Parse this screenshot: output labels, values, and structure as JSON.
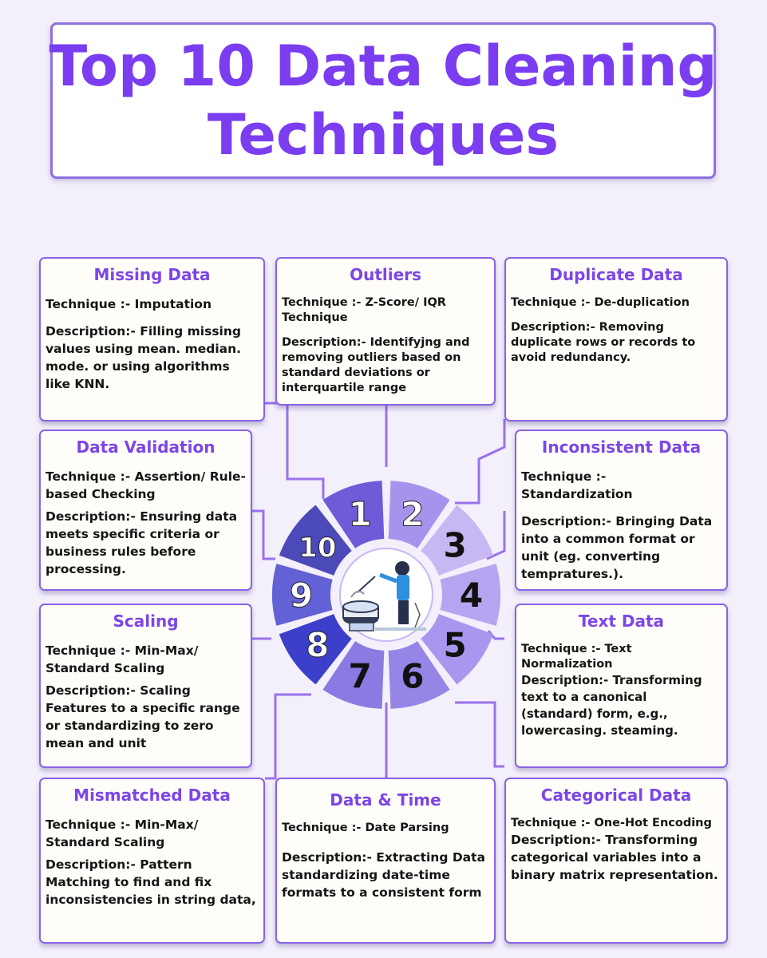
{
  "title": {
    "line1": "Top 10 Data Cleaning",
    "line2": "Techniques"
  },
  "colors": {
    "accent": "#7c46e6",
    "border": "#8b62e6",
    "background": "#f3effb"
  },
  "cards": {
    "missing": {
      "title": "Missing Data",
      "technique": "Technique :- Imputation",
      "description": "Description:- Filling missing values using mean. median. mode. or using algorithms like KNN."
    },
    "outliers": {
      "title": "Outliers",
      "technique": "Technique :- Z-Score/ IQR Technique",
      "description": "Description:- Identifyjng and removing outliers based on standard deviations or interquartile range"
    },
    "duplicate": {
      "title": "Duplicate Data",
      "technique": "Technique :- De-duplication",
      "description": "Description:- Removing duplicate rows or records to avoid redundancy."
    },
    "validation": {
      "title": "Data Validation",
      "technique": "Technique :- Assertion/ Rule-based Checking",
      "description": "Description:- Ensuring data meets specific criteria or business rules before processing."
    },
    "inconsistent": {
      "title": "Inconsistent Data",
      "technique": "Technique :- Standardization",
      "description": "Description:- Bringing Data into a common format or unit (eg. converting tempratures.)."
    },
    "scaling": {
      "title": "Scaling",
      "technique": "Technique :- Min-Max/ Standard Scaling",
      "description": "Description:- Scaling Features to a specific range or standardizing to zero mean and unit"
    },
    "text": {
      "title": "Text Data",
      "technique": "Technique :- Text Normalization",
      "description": "Description:- Transforming text to a canonical (standard) form, e.g., lowercasing. steaming."
    },
    "mismatched": {
      "title": "Mismatched Data",
      "technique": "Technique :- Min-Max/ Standard Scaling",
      "description": "Description:- Pattern Matching to find and fix inconsistencies in string data,"
    },
    "datetime": {
      "title": "Data & Time",
      "technique": "Technique :- Date Parsing",
      "description": "Description:- Extracting Data standardizing date-time formats to a consistent form"
    },
    "categorical": {
      "title": "Categorical Data",
      "technique": "Technique :- One-Hot Encoding",
      "description": "Description:- Transforming categorical variables into a binary matrix representation."
    }
  },
  "wheel": {
    "numbers": [
      "1",
      "2",
      "3",
      "4",
      "5",
      "6",
      "7",
      "8",
      "9",
      "10"
    ]
  }
}
